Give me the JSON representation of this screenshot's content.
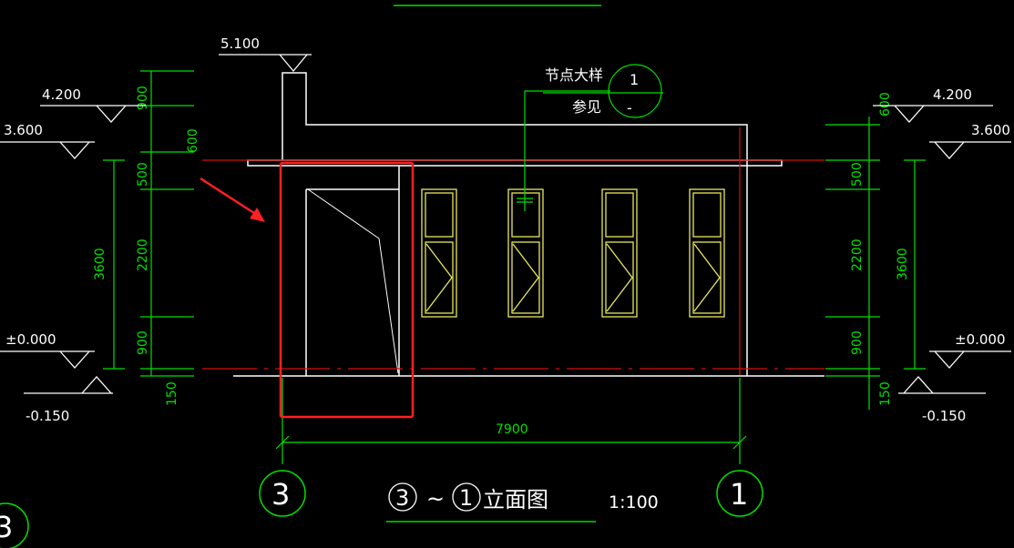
{
  "levels": {
    "top": "5.100",
    "left_4200": "4.200",
    "left_3600": "3.600",
    "left_zero": "±0.000",
    "left_neg": "-0.150",
    "right_4200": "4.200",
    "right_3600": "3.600",
    "right_zero": "±0.000",
    "right_neg": "-0.150"
  },
  "dimensions": {
    "left_900_top": "900",
    "left_600": "600",
    "left_500": "500",
    "left_2200": "2200",
    "left_900_bottom": "900",
    "left_150": "150",
    "left_total": "3600",
    "right_600": "600",
    "right_500": "500",
    "right_2200": "2200",
    "right_900": "900",
    "right_150": "150",
    "right_total": "3600",
    "width": "7900"
  },
  "detail_callout": {
    "label_1": "节点大样",
    "label_2": "参见",
    "detail_number": "1",
    "sheet_ref": "-"
  },
  "title_block": {
    "from_axis": "3",
    "separator": "~",
    "to_axis": "1",
    "name": "立面图",
    "scale": "1:100"
  },
  "axes": {
    "left": "3",
    "right": "1",
    "partial": "3"
  },
  "colors": {
    "background": "#000000",
    "outline": "#ffffff",
    "dimension": "#00e000",
    "window": "#e8e860",
    "center_line": "#d01010",
    "highlight": "#ff2020"
  }
}
